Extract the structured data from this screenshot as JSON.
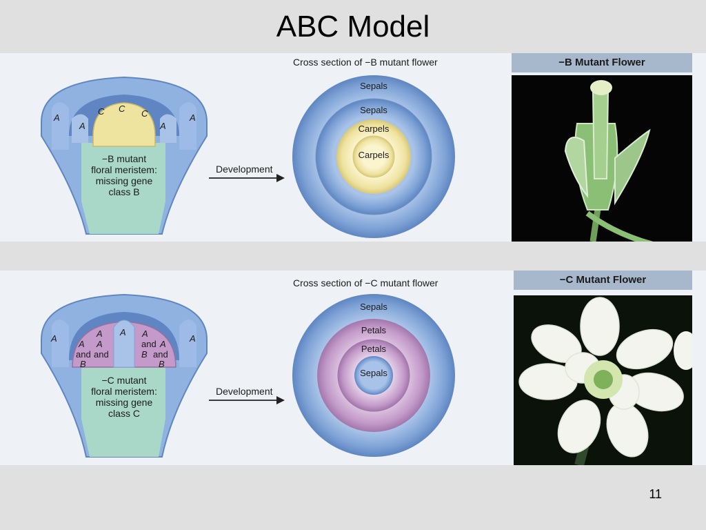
{
  "slide": {
    "title": "ABC Model",
    "page_number": "11"
  },
  "colors": {
    "whorl_blue": "#7fa3d6",
    "whorl_yellow": "#efe3a0",
    "whorl_purple": "#c39ac9",
    "meristem_green": "#a9d8c8",
    "arrow": "#222222",
    "photo_header": "#a7b8cc"
  },
  "panels": [
    {
      "cross_section_title": "Cross section of −B mutant flower",
      "development_label": "Development",
      "meristem_label": [
        "−B mutant",
        "floral meristem:",
        "missing gene",
        "class B"
      ],
      "meristem_region_labels": [
        "A",
        "A",
        "C",
        "C",
        "C",
        "A",
        "A"
      ],
      "whorl_labels": [
        "Sepals",
        "Sepals",
        "Carpels",
        "Carpels"
      ],
      "photo_header": "−B Mutant Flower",
      "photo_description": "green flower"
    },
    {
      "cross_section_title": "Cross section of −C mutant flower",
      "development_label": "Development",
      "meristem_label": [
        "−C mutant",
        "floral meristem:",
        "missing gene",
        "class C"
      ],
      "meristem_region_labels": [
        "A",
        "A",
        "and",
        "B",
        "A",
        "A",
        "and",
        "B",
        "A",
        "A",
        "A"
      ],
      "whorl_labels": [
        "Sepals",
        "Petals",
        "Petals",
        "Sepals"
      ],
      "photo_header": "−C Mutant Flower",
      "photo_description": "white flower"
    }
  ]
}
